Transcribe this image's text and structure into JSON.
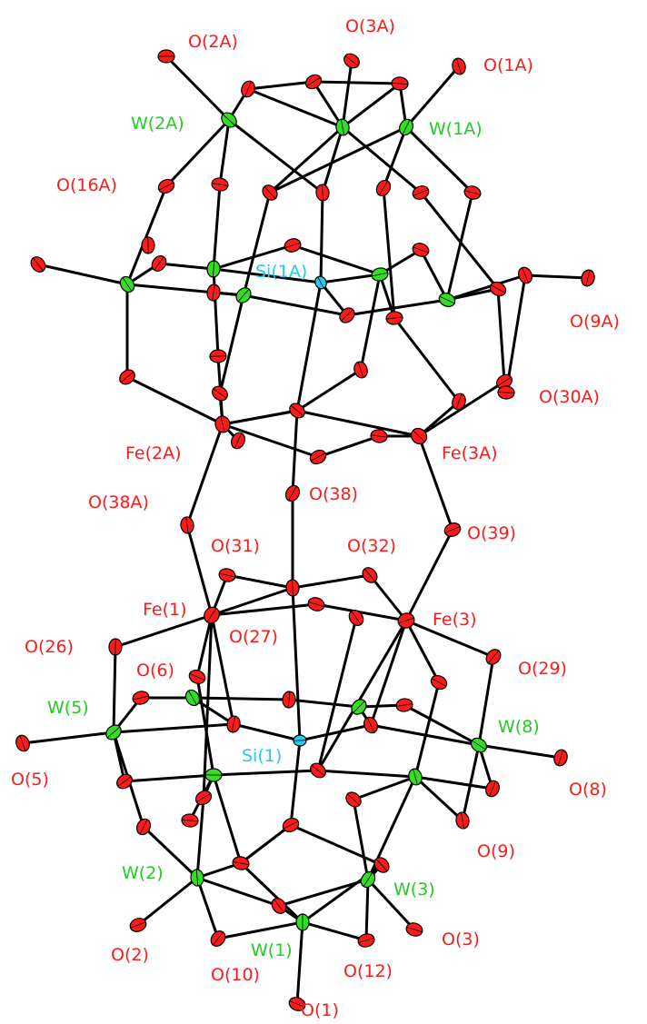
{
  "colors": {
    "background": "#ffffff",
    "bond": "#000000",
    "oxygen": "#ff1a1a",
    "tungsten": "#33dd22",
    "iron": "#ff1a1a",
    "silicon": "#22ccee",
    "label_O": "#ff1a1a",
    "label_Fe": "#ff1a1a",
    "label_W": "#22cc22",
    "label_Si": "#22ccee"
  },
  "labels": [
    {
      "id": "O2A",
      "text": "O(2A)",
      "element": "O"
    },
    {
      "id": "O3A",
      "text": "O(3A)",
      "element": "O"
    },
    {
      "id": "O1A",
      "text": "O(1A)",
      "element": "O"
    },
    {
      "id": "W2A",
      "text": "W(2A)",
      "element": "W"
    },
    {
      "id": "W1A",
      "text": "W(1A)",
      "element": "W"
    },
    {
      "id": "O16A",
      "text": "O(16A)",
      "element": "O"
    },
    {
      "id": "Si1A",
      "text": "Si(1A)",
      "element": "Si"
    },
    {
      "id": "O9A",
      "text": "O(9A)",
      "element": "O"
    },
    {
      "id": "O30A",
      "text": "O(30A)",
      "element": "O"
    },
    {
      "id": "Fe2A",
      "text": "Fe(2A)",
      "element": "Fe"
    },
    {
      "id": "Fe3A",
      "text": "Fe(3A)",
      "element": "Fe"
    },
    {
      "id": "O38A",
      "text": "O(38A)",
      "element": "O"
    },
    {
      "id": "O38",
      "text": "O(38)",
      "element": "O"
    },
    {
      "id": "O39",
      "text": "O(39)",
      "element": "O"
    },
    {
      "id": "O31",
      "text": "O(31)",
      "element": "O"
    },
    {
      "id": "O32",
      "text": "O(32)",
      "element": "O"
    },
    {
      "id": "Fe1",
      "text": "Fe(1)",
      "element": "Fe"
    },
    {
      "id": "Fe3",
      "text": "Fe(3)",
      "element": "Fe"
    },
    {
      "id": "O27",
      "text": "O(27)",
      "element": "O"
    },
    {
      "id": "O26",
      "text": "O(26)",
      "element": "O"
    },
    {
      "id": "O29",
      "text": "O(29)",
      "element": "O"
    },
    {
      "id": "O6",
      "text": "O(6)",
      "element": "O"
    },
    {
      "id": "W5",
      "text": "W(5)",
      "element": "W"
    },
    {
      "id": "W8",
      "text": "W(8)",
      "element": "W"
    },
    {
      "id": "Si1",
      "text": "Si(1)",
      "element": "Si"
    },
    {
      "id": "O5",
      "text": "O(5)",
      "element": "O"
    },
    {
      "id": "O8",
      "text": "O(8)",
      "element": "O"
    },
    {
      "id": "O9",
      "text": "O(9)",
      "element": "O"
    },
    {
      "id": "W2",
      "text": "W(2)",
      "element": "W"
    },
    {
      "id": "W3",
      "text": "W(3)",
      "element": "W"
    },
    {
      "id": "O2",
      "text": "O(2)",
      "element": "O"
    },
    {
      "id": "O3",
      "text": "O(3)",
      "element": "O"
    },
    {
      "id": "W1",
      "text": "W(1)",
      "element": "W"
    },
    {
      "id": "O10",
      "text": "O(10)",
      "element": "O"
    },
    {
      "id": "O12",
      "text": "O(12)",
      "element": "O"
    },
    {
      "id": "O1",
      "text": "O(1)",
      "element": "O"
    }
  ]
}
